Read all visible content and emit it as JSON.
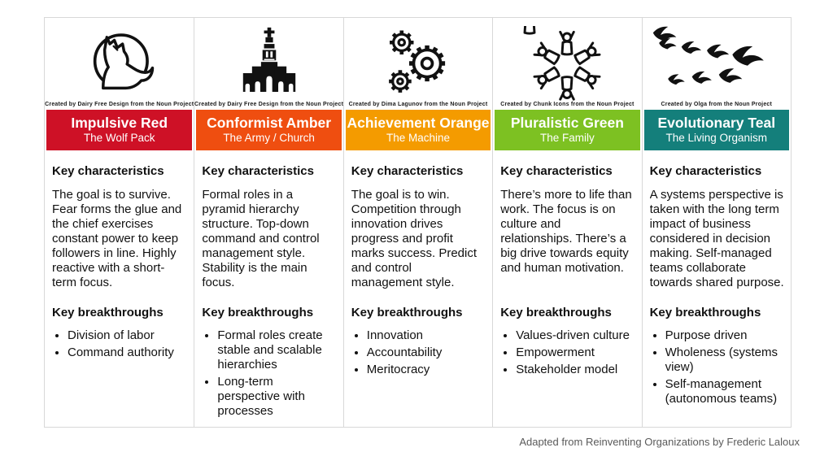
{
  "labels": {
    "characteristics_heading": "Key characteristics",
    "breakthroughs_heading": "Key breakthroughs"
  },
  "footer": "Adapted from Reinventing Organizations by Frederic Laloux",
  "columns": [
    {
      "title": "Impulsive Red",
      "subtitle": "The Wolf Pack",
      "color": "#CE1126",
      "icon": "wolf-moon-icon",
      "attribution": "Created by Dairy Free Design from the Noun Project",
      "characteristics": "The goal is to survive. Fear forms the glue and the chief exercises constant power to keep followers in line. Highly reactive with a short-term focus.",
      "breakthroughs": [
        "Division of labor",
        "Command authority"
      ]
    },
    {
      "title": "Conformist Amber",
      "subtitle": "The Army / Church",
      "color": "#EF4E10",
      "icon": "cathedral-icon",
      "attribution": "Created by Dairy Free Design from the Noun Project",
      "characteristics": "Formal roles in a pyramid hierarchy structure.  Top-down command and control management style. Stability is the main focus.",
      "breakthroughs": [
        "Formal roles create stable and scalable hierarchies",
        "Long-term perspective with processes"
      ]
    },
    {
      "title": "Achievement Orange",
      "subtitle": "The Machine",
      "color": "#F49B00",
      "icon": "gears-icon",
      "attribution": "Created by Dima Lagunov from the Noun Project",
      "characteristics": "The goal is to win. Competition through innovation drives progress and profit marks success.  Predict and control management style.",
      "breakthroughs": [
        "Innovation",
        "Accountability",
        "Meritocracy"
      ]
    },
    {
      "title": "Pluralistic Green",
      "subtitle": "The Family",
      "color": "#7DC122",
      "icon": "family-people-icon",
      "attribution": "Created by Chunk Icons from the Noun Project",
      "characteristics": "There’s more to life than work.  The focus is on culture and relationships. There’s a big drive towards equity and human motivation.",
      "breakthroughs": [
        "Values-driven culture",
        "Empowerment",
        "Stakeholder model"
      ]
    },
    {
      "title": "Evolutionary Teal",
      "subtitle": "The Living Organism",
      "color": "#147F7B",
      "icon": "bird-flock-icon",
      "attribution": "Created by Olga from the Noun Project",
      "characteristics": "A systems perspective is taken with the long term impact of business considered in decision making.  Self-managed teams collaborate towards shared purpose.",
      "breakthroughs": [
        "Purpose driven",
        "Wholeness (systems view)",
        "Self-management (autonomous teams)"
      ]
    }
  ]
}
